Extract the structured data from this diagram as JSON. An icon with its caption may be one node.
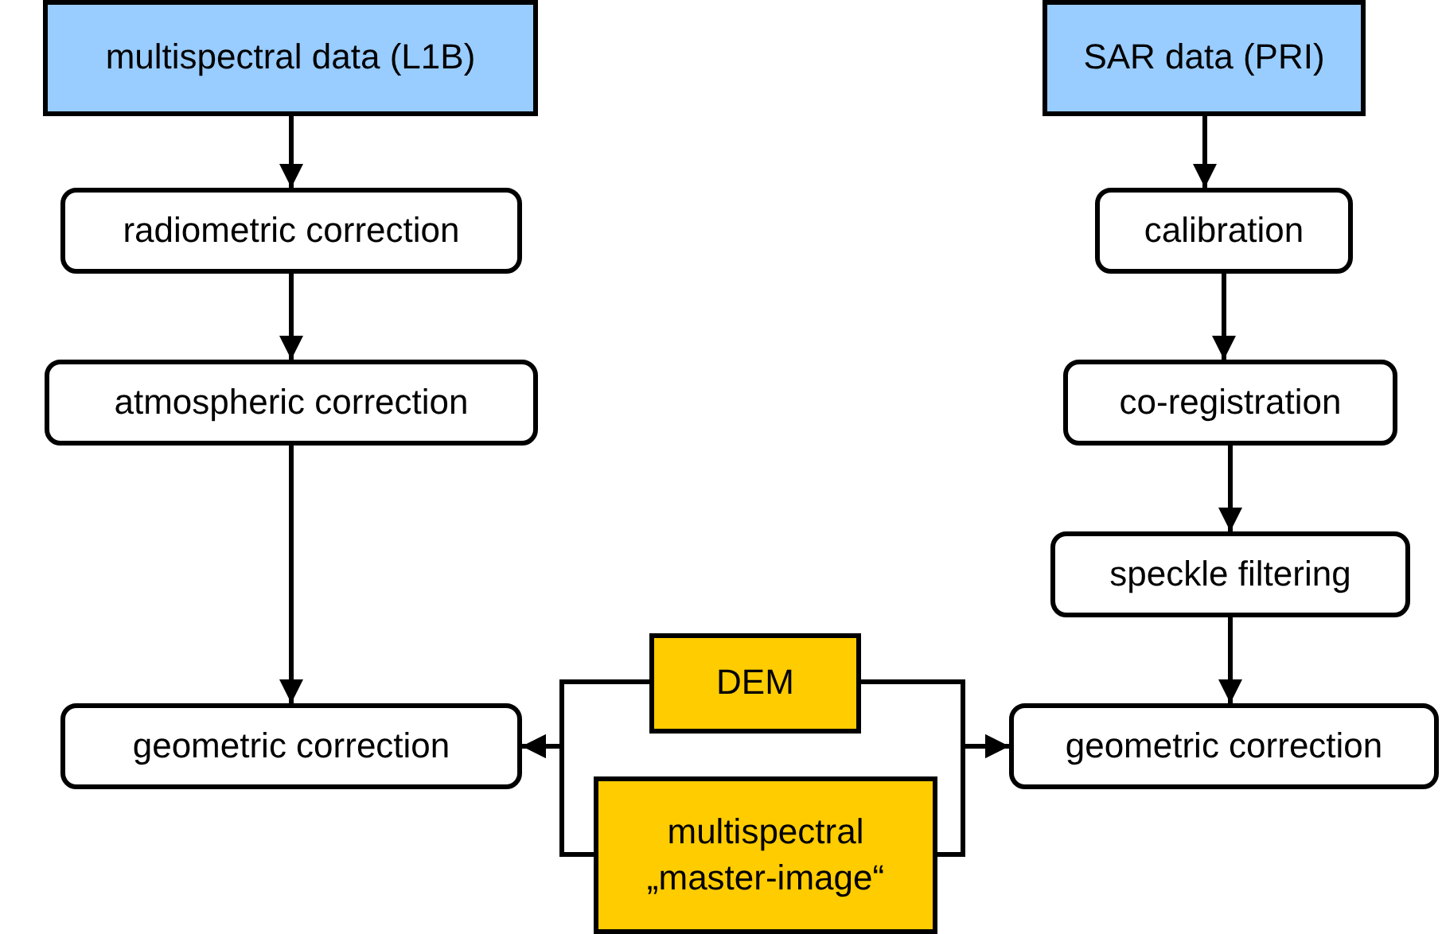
{
  "diagram": {
    "nodes": [
      {
        "text": [
          "multispectral data (L1B)"
        ]
      },
      {
        "text": [
          "SAR data (PRI)"
        ]
      },
      {
        "text": [
          "radiometric correction"
        ]
      },
      {
        "text": [
          "calibration"
        ]
      },
      {
        "text": [
          "atmospheric correction"
        ]
      },
      {
        "text": [
          "co-registration"
        ]
      },
      {
        "text": [
          "speckle filtering"
        ]
      },
      {
        "text": [
          "DEM"
        ]
      },
      {
        "text": [
          "geometric correction"
        ]
      },
      {
        "text": [
          "geometric correction"
        ]
      },
      {
        "text": [
          "multispectral „master-image“"
        ]
      }
    ],
    "edges": [
      {
        "from": 0,
        "to": 2,
        "arrow": "to"
      },
      {
        "from": 2,
        "to": 4,
        "arrow": "to"
      },
      {
        "from": 4,
        "to": 8,
        "arrow": "to"
      },
      {
        "from": 1,
        "to": 3,
        "arrow": "to"
      },
      {
        "from": 3,
        "to": 5,
        "arrow": "to"
      },
      {
        "from": 5,
        "to": 6,
        "arrow": "to"
      },
      {
        "from": 6,
        "to": 9,
        "arrow": "to"
      },
      {
        "from": 7,
        "to": 8,
        "arrow": "to"
      },
      {
        "from": 10,
        "to": 8,
        "arrow": "to"
      },
      {
        "from": 7,
        "to": 9,
        "arrow": "to"
      },
      {
        "from": 10,
        "to": 9,
        "arrow": "to"
      }
    ]
  }
}
